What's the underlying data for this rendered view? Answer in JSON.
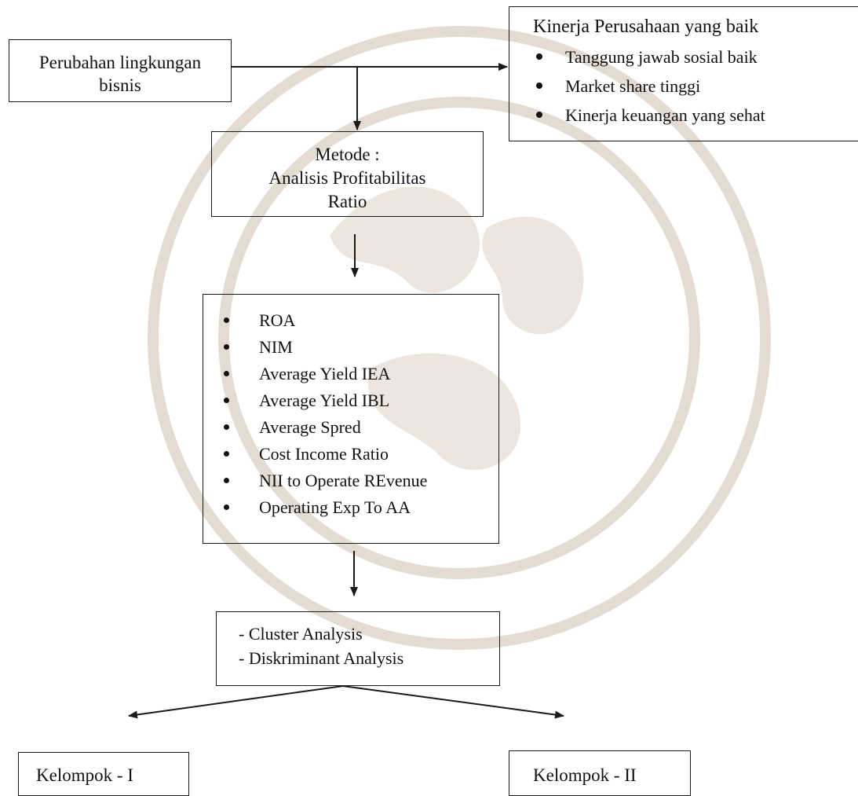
{
  "diagram": {
    "perubahan": {
      "line1": "Perubahan lingkungan",
      "line2": "bisnis"
    },
    "kinerja": {
      "title": "Kinerja Perusahaan yang baik",
      "items": [
        "Tanggung jawab sosial baik",
        "Market share tinggi",
        "Kinerja  keuangan yang sehat"
      ]
    },
    "metode": {
      "line1": "Metode :",
      "line2": "Analisis Profitabilitas",
      "line3": "Ratio"
    },
    "rasio": {
      "items": [
        "ROA",
        "NIM",
        "Average Yield IEA",
        "Average Yield IBL",
        "Average Spred",
        "Cost Income Ratio",
        "NII to Operate REvenue",
        "Operating Exp To AA"
      ]
    },
    "analisis": {
      "line1": "- Cluster Analysis",
      "line2": "- Diskriminant Analysis"
    },
    "kelompok1": "Kelompok  - I",
    "kelompok2": "Kelompok - II"
  },
  "colors": {
    "line": "#1a1a1a",
    "watermark": "#d4c9bd"
  }
}
